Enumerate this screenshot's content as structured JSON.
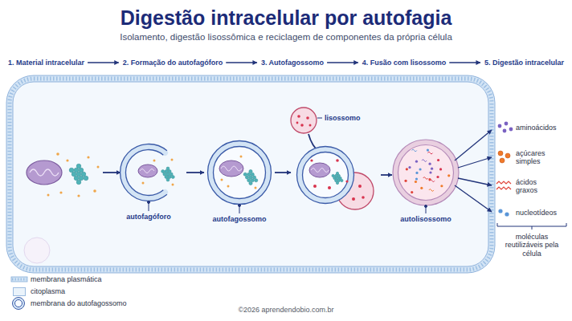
{
  "diagram": {
    "title": "Digestão intracelular por autofagia",
    "caption": "Isolamento, digestão lisossômica e reciclagem de componentes da própria célula",
    "labels": [
      "1. Material intracelular",
      "2. Formação do autofagóforo",
      "3. Autofagossomo",
      "4. Fusão com lisossomo",
      "5. Digestão intracelular",
      "lisossomo",
      "autofagóforo",
      "autofagossomo",
      "autolisossomo",
      "aminoácidos",
      "açúcares simples",
      "ácidos graxos",
      "nucleotídeos",
      "moléculas reutilizáveis pela célula",
      "©2026 aprendendobio.com.br"
    ],
    "legend": [
      {
        "text": "membrana plasmática"
      },
      {
        "text": "citoplasma",
        "color": "#eaf3fb"
      },
      {
        "text": "membrana do autofagossomo"
      }
    ]
  }
}
